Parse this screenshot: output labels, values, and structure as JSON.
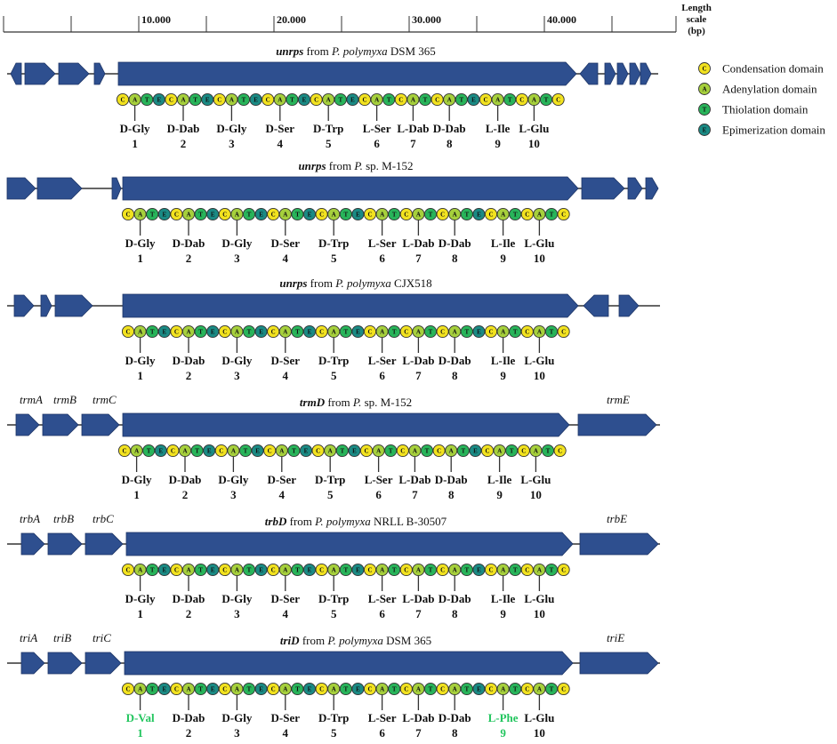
{
  "colors": {
    "gene": "#2e4f8f",
    "condensation": "#f2e21f",
    "adenylation": "#a6d03c",
    "thiolation": "#28b45a",
    "epimerization": "#1a8a84",
    "highlight": "#22c55e",
    "text": "#111111"
  },
  "scale": {
    "title_line1": "Length",
    "title_line2": "scale",
    "title_line3": "(bp)",
    "ticks": [
      "10.000",
      "20.000",
      "30.000",
      "40.000"
    ]
  },
  "legend": [
    {
      "letter": "C",
      "label": "Condensation domain",
      "type": "C"
    },
    {
      "letter": "A",
      "label": "Adenylation domain",
      "type": "A"
    },
    {
      "letter": "T",
      "label": "Thiolation domain",
      "type": "T"
    },
    {
      "letter": "E",
      "label": "Epimerization domain",
      "type": "E"
    }
  ],
  "clusters": [
    {
      "title_gene": "unrps",
      "title_mid": " from ",
      "title_species": "P. polymyxa",
      "title_strain": " DSM 365",
      "side_labels": [],
      "domains": "CATECATECATECATECATECATCATCATECATCATC",
      "modules": [
        {
          "aa": "D-Gly",
          "num": "1"
        },
        {
          "aa": "D-Dab",
          "num": "2"
        },
        {
          "aa": "D-Gly",
          "num": "3"
        },
        {
          "aa": "D-Ser",
          "num": "4"
        },
        {
          "aa": "D-Trp",
          "num": "5"
        },
        {
          "aa": "L-Ser",
          "num": "6"
        },
        {
          "aa": "L-Dab",
          "num": "7"
        },
        {
          "aa": "D-Dab",
          "num": "8"
        },
        {
          "aa": "L-Ile",
          "num": "9"
        },
        {
          "aa": "L-Glu",
          "num": "10"
        }
      ]
    },
    {
      "title_gene": "unrps",
      "title_mid": " from ",
      "title_species": "P.",
      "title_strain": " sp. M-152",
      "side_labels": [],
      "domains": "CATECATECATECATECATECATCATCATECATCATC",
      "modules": [
        {
          "aa": "D-Gly",
          "num": "1"
        },
        {
          "aa": "D-Dab",
          "num": "2"
        },
        {
          "aa": "D-Gly",
          "num": "3"
        },
        {
          "aa": "D-Ser",
          "num": "4"
        },
        {
          "aa": "D-Trp",
          "num": "5"
        },
        {
          "aa": "L-Ser",
          "num": "6"
        },
        {
          "aa": "L-Dab",
          "num": "7"
        },
        {
          "aa": "D-Dab",
          "num": "8"
        },
        {
          "aa": "L-Ile",
          "num": "9"
        },
        {
          "aa": "L-Glu",
          "num": "10"
        }
      ]
    },
    {
      "title_gene": "unrps",
      "title_mid": " from ",
      "title_species": "P. polymyxa",
      "title_strain": " CJX518",
      "side_labels": [],
      "domains": "CATECATECATECATECATECATCATCATECATCATC",
      "modules": [
        {
          "aa": "D-Gly",
          "num": "1"
        },
        {
          "aa": "D-Dab",
          "num": "2"
        },
        {
          "aa": "D-Gly",
          "num": "3"
        },
        {
          "aa": "D-Ser",
          "num": "4"
        },
        {
          "aa": "D-Trp",
          "num": "5"
        },
        {
          "aa": "L-Ser",
          "num": "6"
        },
        {
          "aa": "L-Dab",
          "num": "7"
        },
        {
          "aa": "D-Dab",
          "num": "8"
        },
        {
          "aa": "L-Ile",
          "num": "9"
        },
        {
          "aa": "L-Glu",
          "num": "10"
        }
      ]
    },
    {
      "title_gene": "trmD",
      "title_mid": " from ",
      "title_species": "P.",
      "title_strain": " sp. M-152",
      "side_labels": [
        "trmA",
        "trmB",
        "trmC",
        "trmE"
      ],
      "domains": "CATECATECATECATECATECATCATCATECATCATC",
      "modules": [
        {
          "aa": "D-Gly",
          "num": "1"
        },
        {
          "aa": "D-Dab",
          "num": "2"
        },
        {
          "aa": "D-Gly",
          "num": "3"
        },
        {
          "aa": "D-Ser",
          "num": "4"
        },
        {
          "aa": "D-Trp",
          "num": "5"
        },
        {
          "aa": "L-Ser",
          "num": "6"
        },
        {
          "aa": "L-Dab",
          "num": "7"
        },
        {
          "aa": "D-Dab",
          "num": "8"
        },
        {
          "aa": "L-Ile",
          "num": "9"
        },
        {
          "aa": "L-Glu",
          "num": "10"
        }
      ]
    },
    {
      "title_gene": "trbD",
      "title_mid": " from ",
      "title_species": "P. polymyxa",
      "title_strain": " NRLL B-30507",
      "side_labels": [
        "trbA",
        "trbB",
        "trbC",
        "trbE"
      ],
      "domains": "CATECATECATECATECATECATCATCATECATCATC",
      "modules": [
        {
          "aa": "D-Gly",
          "num": "1"
        },
        {
          "aa": "D-Dab",
          "num": "2"
        },
        {
          "aa": "D-Gly",
          "num": "3"
        },
        {
          "aa": "D-Ser",
          "num": "4"
        },
        {
          "aa": "D-Trp",
          "num": "5"
        },
        {
          "aa": "L-Ser",
          "num": "6"
        },
        {
          "aa": "L-Dab",
          "num": "7"
        },
        {
          "aa": "D-Dab",
          "num": "8"
        },
        {
          "aa": "L-Ile",
          "num": "9"
        },
        {
          "aa": "L-Glu",
          "num": "10"
        }
      ]
    },
    {
      "title_gene": "triD",
      "title_mid": " from ",
      "title_species": "P. polymyxa",
      "title_strain": " DSM 365",
      "side_labels": [
        "triA",
        "triB",
        "triC",
        "triE"
      ],
      "domains": "CATECATECATECATECATECATCATCATECATCATC",
      "modules": [
        {
          "aa": "D-Val",
          "num": "1",
          "highlight": true
        },
        {
          "aa": "D-Dab",
          "num": "2"
        },
        {
          "aa": "D-Gly",
          "num": "3"
        },
        {
          "aa": "D-Ser",
          "num": "4"
        },
        {
          "aa": "D-Trp",
          "num": "5"
        },
        {
          "aa": "L-Ser",
          "num": "6"
        },
        {
          "aa": "L-Dab",
          "num": "7"
        },
        {
          "aa": "D-Dab",
          "num": "8"
        },
        {
          "aa": "L-Phe",
          "num": "9",
          "highlight": true
        },
        {
          "aa": "L-Glu",
          "num": "10"
        }
      ]
    }
  ]
}
